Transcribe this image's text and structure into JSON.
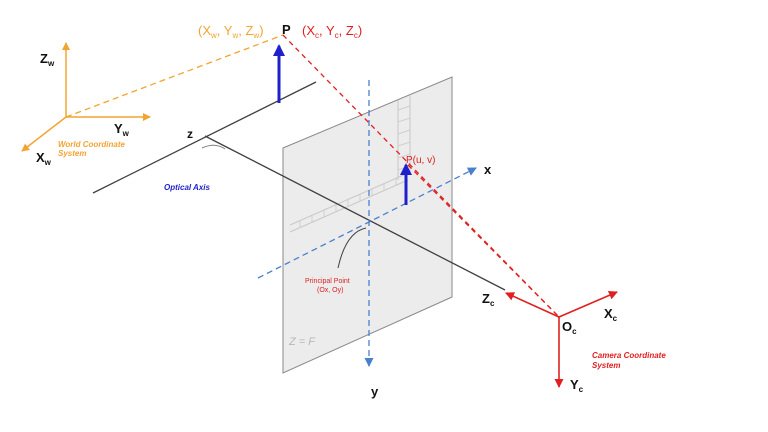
{
  "colors": {
    "world": "#f2a431",
    "camera": "#e02020",
    "projection": "#1f1fcc",
    "axis_blue": "#4a7fd0",
    "line": "#404040",
    "plane_fill": "#e6e6e6",
    "plane_stroke": "#8a8a8a"
  },
  "labels": {
    "world_coords": "(X",
    "world_coords_w1": "w",
    "world_coords_sep1": ", Y",
    "world_coords_w2": "w",
    "world_coords_sep2": ", Z",
    "world_coords_w3": "w",
    "world_coords_end": ")",
    "point_p": "P",
    "camera_coords": "(X",
    "camera_coords_c1": "c",
    "camera_coords_sep1": ", Y",
    "camera_coords_c2": "c",
    "camera_coords_sep2": ", Z",
    "camera_coords_c3": "c",
    "camera_coords_end": ")",
    "zw": "Z",
    "zw_sub": "w",
    "yw": "Y",
    "yw_sub": "w",
    "xw": "X",
    "xw_sub": "w",
    "world_system_line1": "World Coordinate",
    "world_system_line2": "System",
    "z_axis": "z",
    "optical_axis": "Optical Axis",
    "image_point": "P(u, v)",
    "x_axis": "x",
    "y_axis": "y",
    "principal_point_line1": "Principal Point",
    "principal_point_line2": "(Ox, Oy)",
    "plane_label": "Z = F",
    "zc": "Z",
    "zc_sub": "c",
    "oc": "O",
    "oc_sub": "c",
    "xc": "X",
    "xc_sub": "c",
    "yc": "Y",
    "yc_sub": "c",
    "camera_system_line1": "Camera Coordinate",
    "camera_system_line2": "System"
  }
}
